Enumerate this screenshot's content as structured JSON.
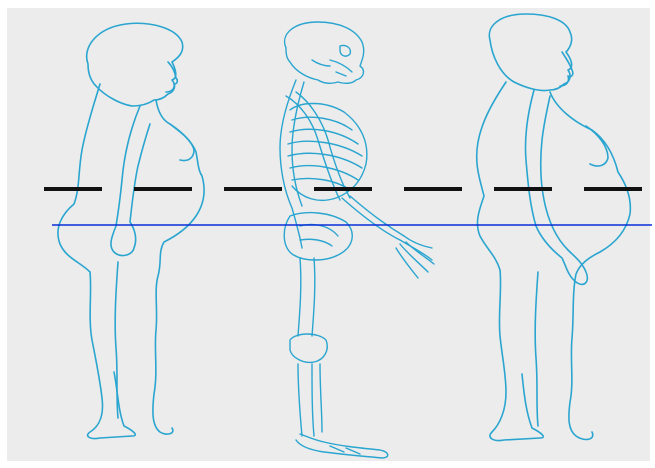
{
  "colors": {
    "background": "#ececec",
    "outline": "#2aa5d0",
    "dashed_line": "#111111",
    "solid_line": "#0a2fd6"
  },
  "figures": [
    {
      "name": "female-figure-left",
      "icon": "pregnant-woman-silhouette-icon"
    },
    {
      "name": "skeleton-figure-middle",
      "icon": "skeleton-side-view-icon"
    },
    {
      "name": "female-figure-right",
      "icon": "pregnant-woman-silhouette-icon"
    }
  ],
  "reference_lines": [
    {
      "name": "dashed-reference-line",
      "style": "dashed"
    },
    {
      "name": "solid-reference-line",
      "style": "solid"
    }
  ]
}
